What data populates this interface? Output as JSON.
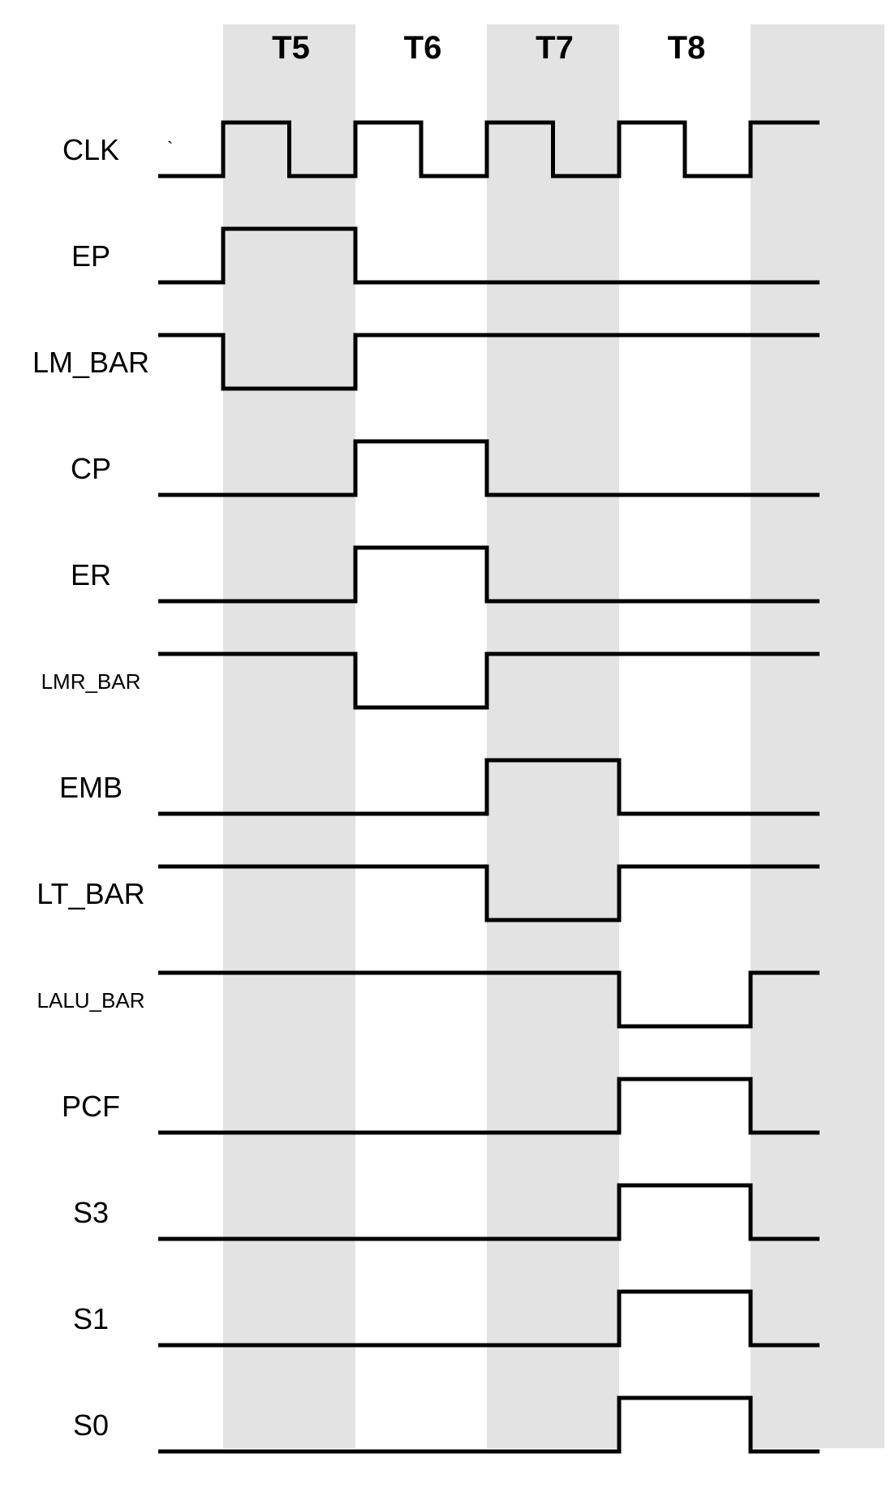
{
  "diagram": {
    "phases": [
      "T5",
      "T6",
      "T7",
      "T8"
    ],
    "stray_mark": "`",
    "signals": [
      {
        "name": "CLK",
        "levels": [
          0,
          1,
          0,
          1,
          0,
          1,
          0,
          1,
          0,
          1
        ],
        "resolution": "half-cycle"
      },
      {
        "name": "EP",
        "levels": [
          0,
          1,
          0,
          0,
          0,
          0
        ]
      },
      {
        "name": "LM_BAR",
        "levels": [
          1,
          0,
          1,
          1,
          1,
          1
        ]
      },
      {
        "name": "CP",
        "levels": [
          0,
          0,
          1,
          0,
          0,
          0
        ]
      },
      {
        "name": "ER",
        "levels": [
          0,
          0,
          1,
          0,
          0,
          0
        ]
      },
      {
        "name": "LMR_BAR",
        "levels": [
          1,
          1,
          0,
          1,
          1,
          1
        ]
      },
      {
        "name": "EMB",
        "levels": [
          0,
          0,
          0,
          1,
          0,
          0
        ]
      },
      {
        "name": "LT_BAR",
        "levels": [
          1,
          1,
          1,
          0,
          1,
          1
        ]
      },
      {
        "name": "LALU_BAR",
        "levels": [
          1,
          1,
          1,
          1,
          0,
          1
        ]
      },
      {
        "name": "PCF",
        "levels": [
          0,
          0,
          0,
          0,
          1,
          0
        ]
      },
      {
        "name": "S3",
        "levels": [
          0,
          0,
          0,
          0,
          1,
          0
        ]
      },
      {
        "name": "S1",
        "levels": [
          0,
          0,
          0,
          0,
          1,
          0
        ]
      },
      {
        "name": "S0",
        "levels": [
          0,
          0,
          0,
          0,
          1,
          0
        ]
      }
    ]
  },
  "colors": {
    "band": "#e3e3e3",
    "trace": "#000000",
    "background": "#ffffff"
  }
}
